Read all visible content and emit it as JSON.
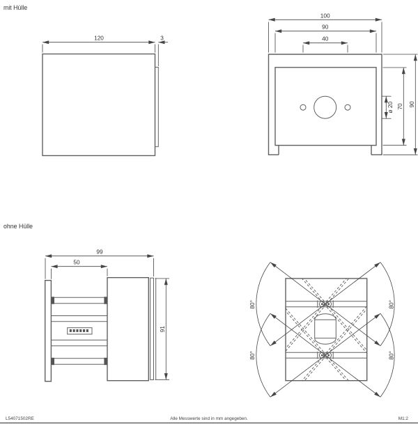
{
  "page": {
    "titles": {
      "with_cover": "mit Hülle",
      "without_cover": "ohne Hülle"
    },
    "footer": {
      "doc_number": "L54071502RE",
      "note": "Alle Messwerte sind in mm angegeben.",
      "scale": "M1:2"
    },
    "colors": {
      "part_line": "#606060",
      "dim_line": "#454545",
      "text": "#333333",
      "background": "#ffffff"
    }
  },
  "views": {
    "side_with_cover": {
      "dim_width": "120",
      "dim_cover": "3"
    },
    "front": {
      "dim_outer_width": "100",
      "dim_inner_width": "90",
      "dim_hole_spacing": "40",
      "dim_diameter": "ø 20",
      "dim_panel_height": "70",
      "dim_outer_height": "90"
    },
    "side_without_cover": {
      "dim_depth_total": "99",
      "dim_depth_front": "50",
      "dim_height": "91"
    },
    "detection": {
      "angle_tl": "80°",
      "angle_tr": "80°",
      "angle_bl": "80°",
      "angle_br": "80°"
    }
  }
}
